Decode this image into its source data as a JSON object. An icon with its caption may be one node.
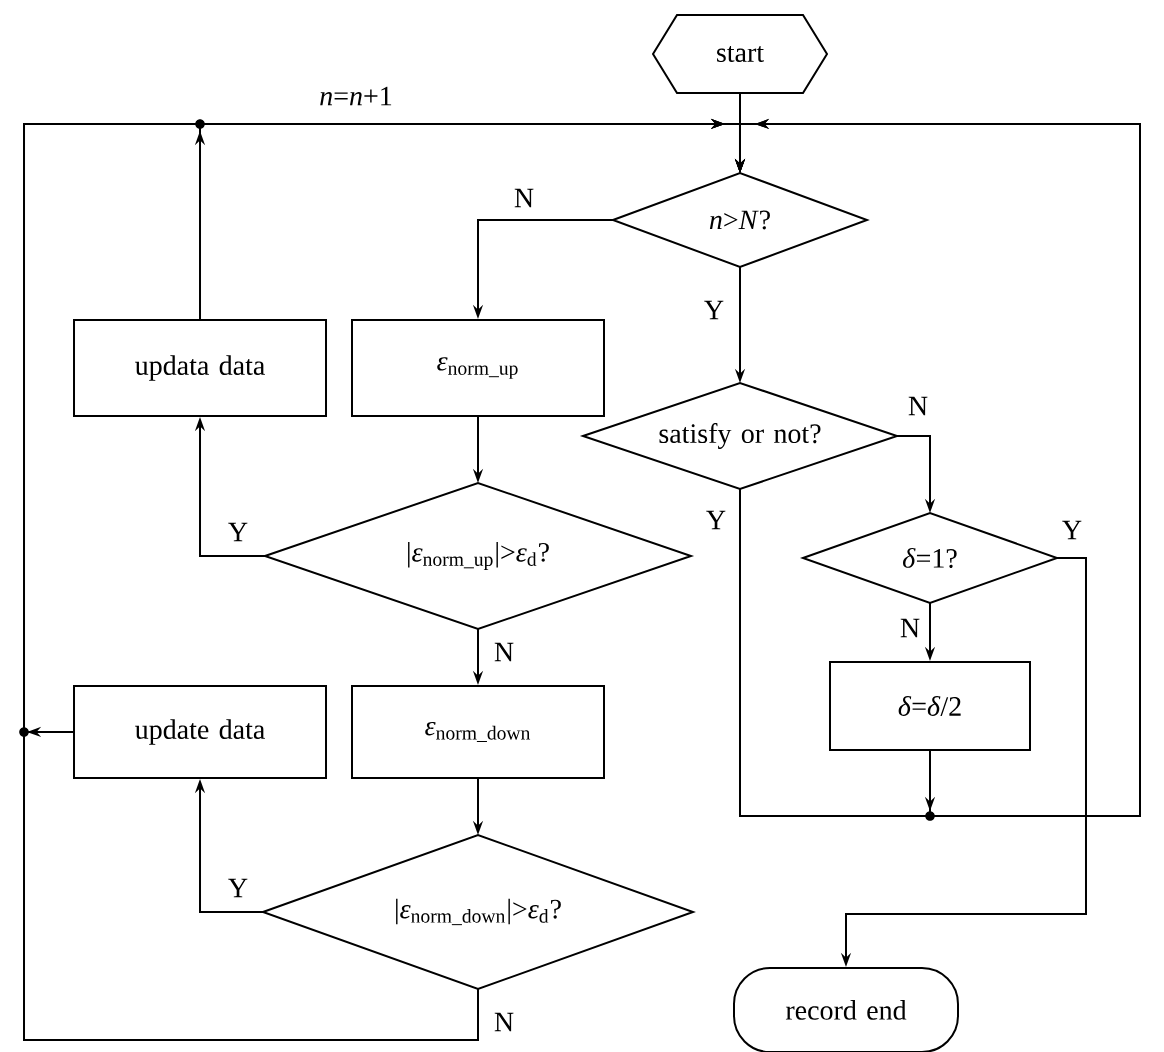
{
  "diagram": {
    "nodes": [
      {
        "text": [
          "start"
        ]
      },
      {
        "text": [
          "*n*>*N*?"
        ]
      },
      {
        "text": [
          "*ε*$_{norm_up}$"
        ]
      },
      {
        "text": [
          "updata data"
        ]
      },
      {
        "text": [
          "|*ε*$_{norm_up}$|>*ε*$_{d}$?"
        ]
      },
      {
        "text": [
          "*ε*$_{norm_down}$"
        ]
      },
      {
        "text": [
          "update data"
        ]
      },
      {
        "text": [
          "|*ε*$_{norm_down}$|>*ε*$_{d}$?"
        ]
      },
      {
        "text": [
          "satisfy or not?"
        ]
      },
      {
        "text": [
          "*δ*=1?"
        ]
      },
      {
        "text": [
          "*δ*=*δ*/2"
        ]
      },
      {
        "text": [
          "record end"
        ]
      }
    ],
    "edges": [
      {
        "from": 0,
        "to": 1,
        "arrow": "to"
      },
      {
        "from": 1,
        "to": 2,
        "arrow": "to",
        "label": "N"
      },
      {
        "from": 1,
        "to": 8,
        "arrow": "to",
        "label": "Y"
      },
      {
        "from": 2,
        "to": 4,
        "arrow": "to"
      },
      {
        "from": 4,
        "to": 3,
        "arrow": "to",
        "label": "Y"
      },
      {
        "from": 3,
        "to": 1,
        "arrow": "to"
      },
      {
        "from": 4,
        "to": 5,
        "arrow": "to",
        "label": "N"
      },
      {
        "from": 5,
        "to": 7,
        "arrow": "to"
      },
      {
        "from": 7,
        "to": 6,
        "arrow": "to",
        "label": "Y"
      },
      {
        "from": 6,
        "to": 1,
        "arrow": "to"
      },
      {
        "from": 7,
        "to": 1,
        "arrow": "to",
        "label": "N"
      },
      {
        "from": 8,
        "to": 9,
        "arrow": "to",
        "label": "N"
      },
      {
        "from": 9,
        "to": 10,
        "arrow": "to",
        "label": "N"
      },
      {
        "from": 10,
        "to": 1,
        "arrow": "to"
      },
      {
        "from": 8,
        "to": 1,
        "arrow": "to",
        "label": "Y"
      },
      {
        "from": 9,
        "to": 11,
        "arrow": "to",
        "label": "Y"
      }
    ],
    "labels": [
      "*n*=*n*+1"
    ]
  }
}
